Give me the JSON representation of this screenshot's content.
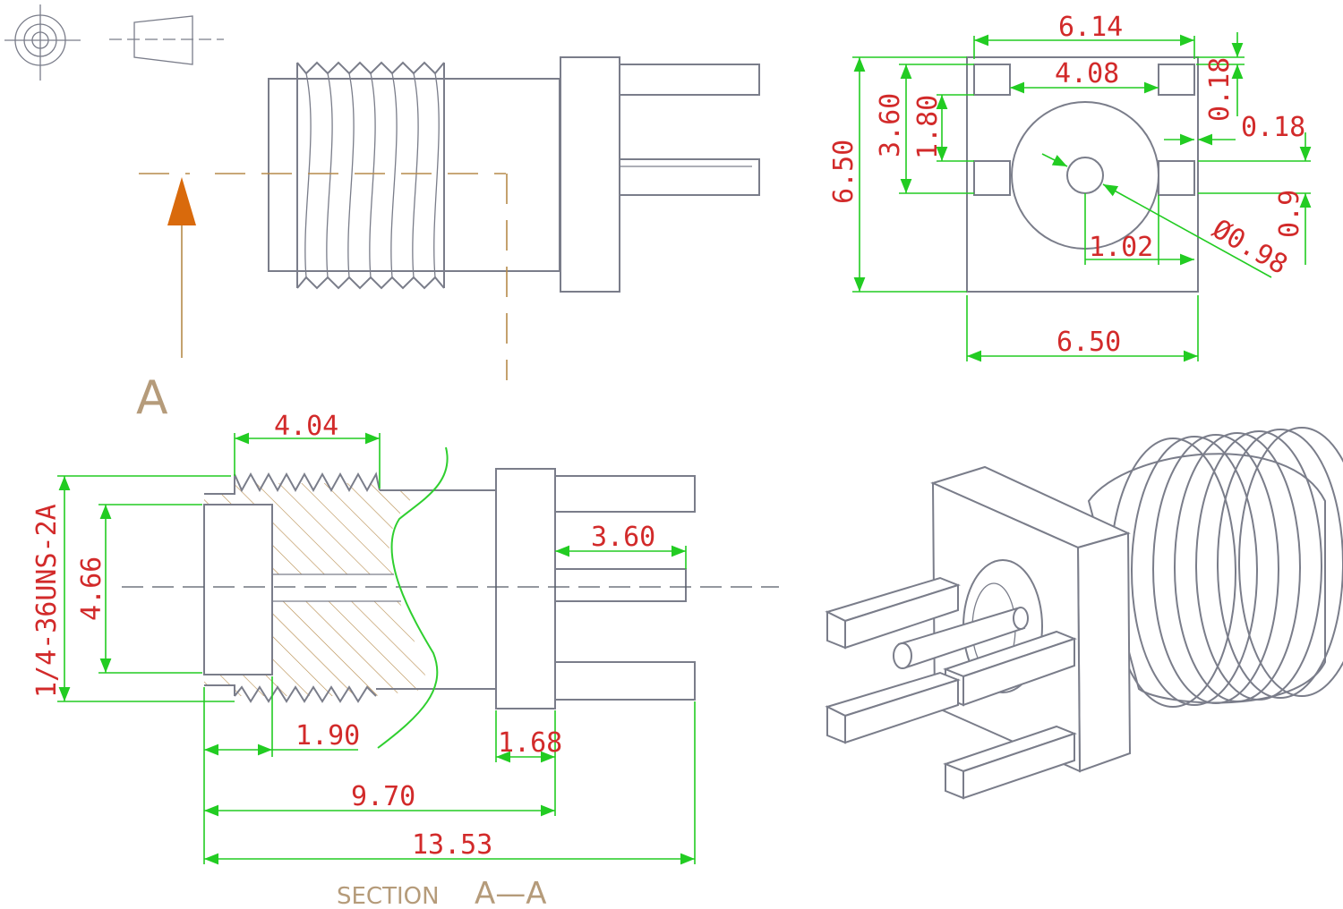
{
  "colors": {
    "outline": "#7a7d8a",
    "dimension_line": "#22cc22",
    "dimension_text": "#d22a2a",
    "section_marker": "#d96a0c",
    "hatch": "#b58a4a"
  },
  "views": {
    "section_marker": {
      "letter": "A"
    },
    "section_caption": {
      "prefix": "SECTION",
      "name": "A—A"
    }
  },
  "dimensions": {
    "footprint": {
      "overall_pin_width": "6.14",
      "pin_spacing": "4.08",
      "pin_size": "0.18",
      "pin_gap": "0.18",
      "row_spacing": "3.60",
      "half_row_spacing": "1.80",
      "body_height": "6.50",
      "body_width": "6.50",
      "center_offset": "1.02",
      "center_pin_dia": "Ø0.98",
      "side_offset": "0.9"
    },
    "section": {
      "thread_length": "4.04",
      "thread_spec": "1/4-36UNS-2A",
      "bore_dia": "4.66",
      "pin_spacing": "3.60",
      "bore_depth": "1.90",
      "flange_thickness": "1.68",
      "body_length": "9.70",
      "overall_length": "13.53"
    }
  }
}
